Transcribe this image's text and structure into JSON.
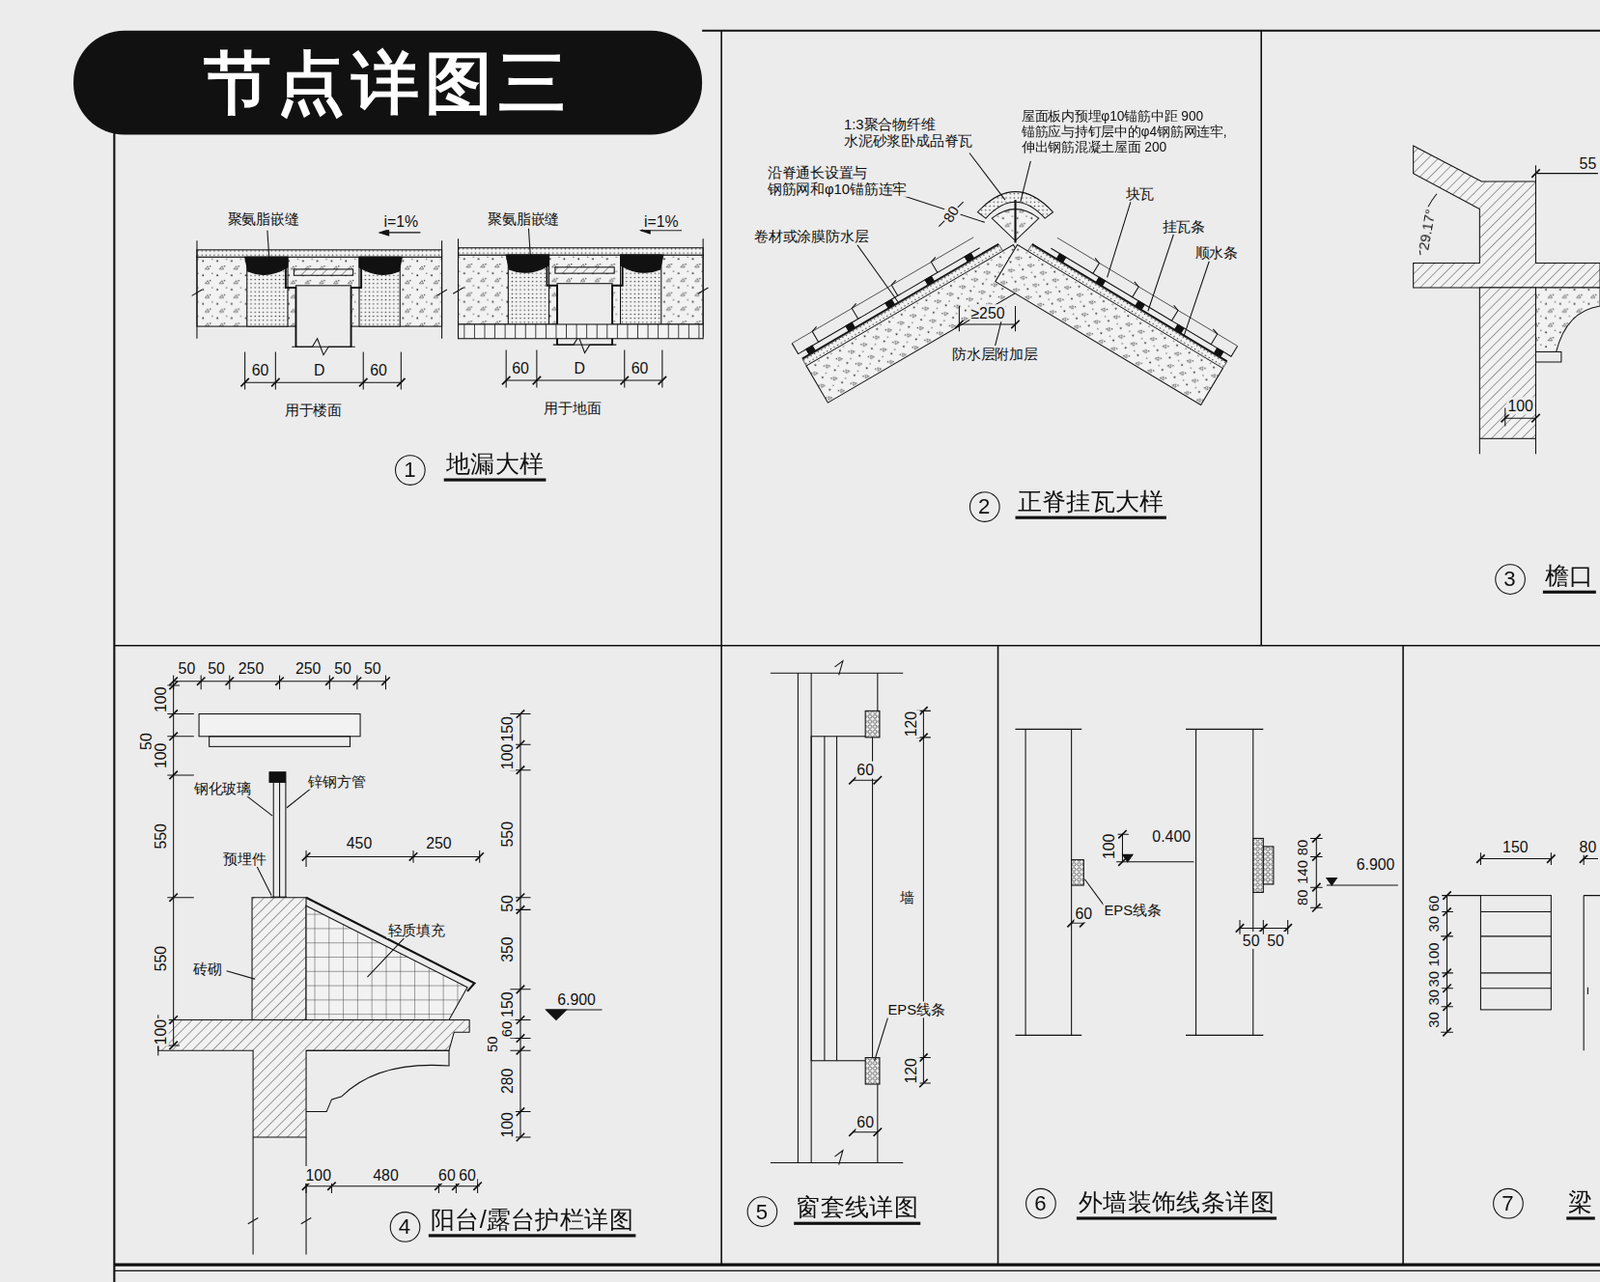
{
  "diagram": {
    "title": "节点详图三",
    "nodes": [
      {
        "text": [
          "1",
          "地漏大样"
        ]
      },
      {
        "text": [
          "2",
          "正脊挂瓦大样"
        ]
      },
      {
        "text": [
          "3",
          "檐口"
        ]
      },
      {
        "text": [
          "4",
          "阳台/露台护栏详图"
        ]
      },
      {
        "text": [
          "5",
          "窗套线详图"
        ]
      },
      {
        "text": [
          "6",
          "外墙装饰线条详图"
        ]
      },
      {
        "text": [
          "7",
          "梁"
        ]
      }
    ],
    "labels": [
      "聚氨脂嵌缝",
      "i=1%",
      "聚氨脂嵌缝",
      "i=1%",
      "60",
      "D",
      "60",
      "60",
      "D",
      "60",
      "用于楼面",
      "用于地面",
      "1:3聚合物纤维 水泥砂浆卧成品脊瓦",
      "沿脊通长设置与 钢筋网和φ10锚筋连牢",
      "卷材或涂膜防水层",
      "80",
      "屋面板内预埋φ10锚筋中距 900 锚筋应与持钉层中的φ4钢筋网连牢, 伸出钢筋混凝土屋面 200",
      "块瓦",
      "挂瓦条",
      "顺水条",
      "≥250",
      "防水层附加层",
      "55",
      "29.17°",
      "100",
      "50",
      "50",
      "250",
      "250",
      "50",
      "50",
      "100",
      "50",
      "100",
      "550",
      "550",
      "100",
      "钢化玻璃",
      "锌钢方管",
      "预埋件",
      "450",
      "250",
      "轻质填充",
      "砖砌",
      "6.900",
      "150",
      "100",
      "550",
      "50",
      "350",
      "150",
      "60",
      "50",
      "280",
      "100",
      "100",
      "480",
      "60",
      "60",
      "120",
      "60",
      "墙",
      "EPS线条",
      "120",
      "60",
      "100",
      "0.400",
      "60",
      "EPS线条",
      "80",
      "140",
      "80",
      "6.900",
      "50",
      "50",
      "150",
      "80",
      "60",
      "30",
      "100",
      "30",
      "30",
      "30"
    ]
  }
}
